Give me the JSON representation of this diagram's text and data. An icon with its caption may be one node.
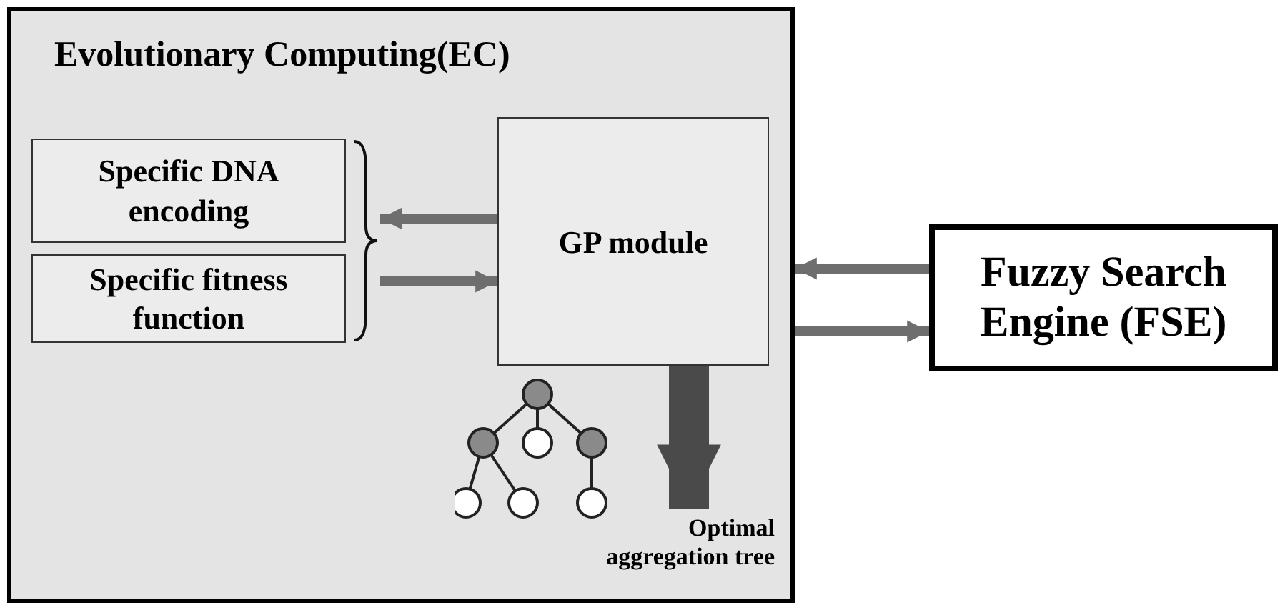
{
  "diagram": {
    "nodes": [
      {
        "text": [
          "Evolutionary Computing(EC)"
        ]
      },
      {
        "text": [
          "Specific DNA encoding"
        ],
        "in": 0
      },
      {
        "text": [
          "Specific fitness function"
        ],
        "in": 0
      },
      {
        "text": [],
        "shape": "brace",
        "in": 0
      },
      {
        "text": [
          "GP module"
        ],
        "in": 0
      },
      {
        "text": [
          "Optimal aggregation tree"
        ],
        "in": 0
      },
      {
        "text": [
          "Fuzzy Search Engine (FSE)"
        ]
      }
    ],
    "edges": [
      {
        "from": 4,
        "to": 3,
        "arrow": "to"
      },
      {
        "from": 3,
        "to": 4,
        "arrow": "to"
      },
      {
        "from": 4,
        "to": 5,
        "arrow": "to",
        "style": "thick"
      },
      {
        "from": 6,
        "to": 0,
        "arrow": "to"
      },
      {
        "from": 0,
        "to": 6,
        "arrow": "to"
      }
    ]
  }
}
